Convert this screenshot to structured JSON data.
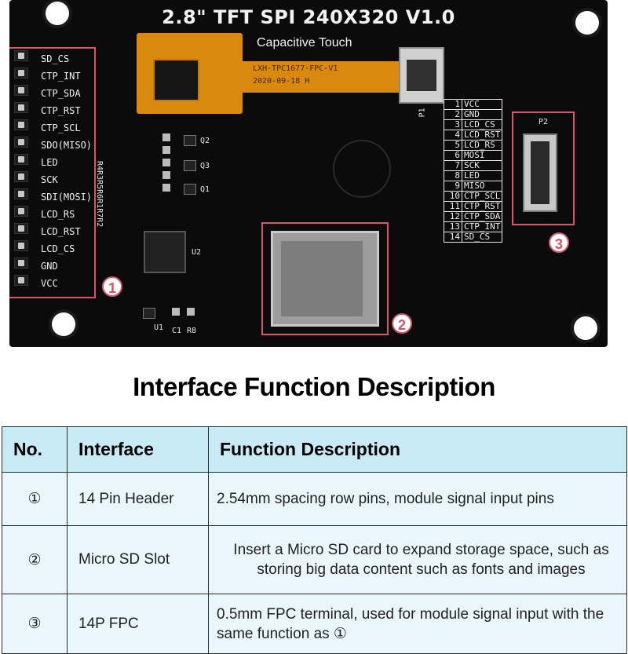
{
  "board": {
    "title": "2.8\" TFT SPI 240X320 V1.0",
    "touch_label": "Capacitive Touch",
    "fpc_text_1": "LXH-TPC1677-FPC-V1",
    "fpc_text_2": "2020-09-18  H",
    "p1_label": "P1",
    "p2_label": "P2",
    "u2_label": "U2",
    "u1_label": "U1",
    "c1_label": "C1",
    "r8_label": "R8",
    "q_labels": [
      "Q2",
      "Q3",
      "Q1"
    ],
    "resistor_label": "R4R3R5R6R1R7R2",
    "header_pins": [
      "SD_CS",
      "CTP_INT",
      "CTP_SDA",
      "CTP_RST",
      "CTP_SCL",
      "SDO(MISO)",
      "LED",
      "SCK",
      "SDI(MOSI)",
      "LCD_RS",
      "LCD_RST",
      "LCD_CS",
      "GND",
      "VCC"
    ],
    "p2_pins": [
      {
        "num": "1",
        "name": "VCC"
      },
      {
        "num": "2",
        "name": "GND"
      },
      {
        "num": "3",
        "name": "LCD_CS"
      },
      {
        "num": "4",
        "name": "LCD_RST"
      },
      {
        "num": "5",
        "name": "LCD_RS"
      },
      {
        "num": "6",
        "name": "MOSI"
      },
      {
        "num": "7",
        "name": "SCK"
      },
      {
        "num": "8",
        "name": "LED"
      },
      {
        "num": "9",
        "name": "MISO"
      },
      {
        "num": "10",
        "name": "CTP_SCL"
      },
      {
        "num": "11",
        "name": "CTP_RST"
      },
      {
        "num": "12",
        "name": "CTP_SDA"
      },
      {
        "num": "13",
        "name": "CTP_INT"
      },
      {
        "num": "14",
        "name": "SD_CS"
      }
    ],
    "markers": [
      "1",
      "2",
      "3"
    ],
    "accent_color": "#d8546a"
  },
  "heading": "Interface Function Description",
  "table": {
    "headers": [
      "No.",
      "Interface",
      "Function Description"
    ],
    "rows": [
      {
        "no": "①",
        "interface": "14 Pin Header",
        "function": "2.54mm spacing row pins, module signal input pins"
      },
      {
        "no": "②",
        "interface": "Micro SD Slot",
        "function": "Insert a Micro SD card to expand storage space, such as storing big data content such as fonts and images"
      },
      {
        "no": "③",
        "interface": "14P FPC",
        "function": "0.5mm FPC terminal, used for module signal input with the same function as ①"
      }
    ],
    "header_color": "#c8eaf5",
    "row_color": "#e9f6fb"
  }
}
